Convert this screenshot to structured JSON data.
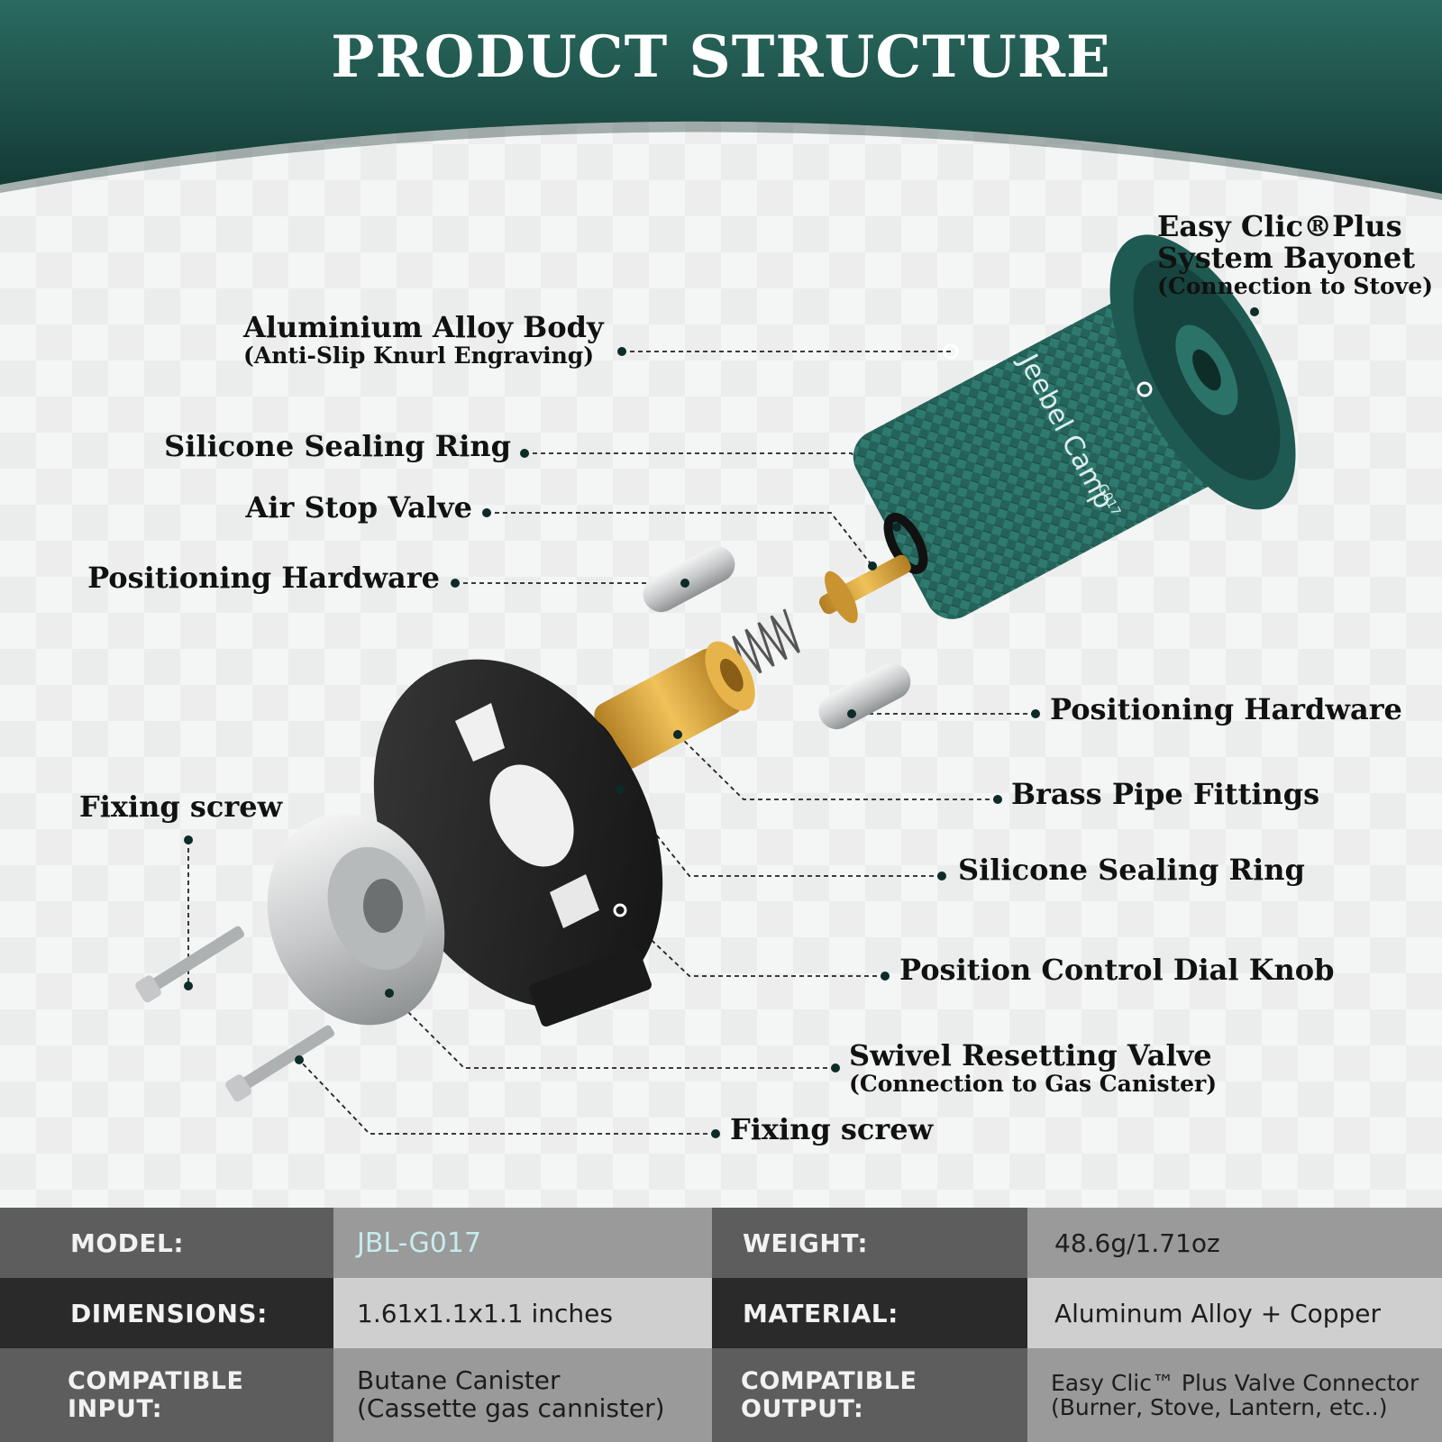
{
  "title": "PRODUCT STRUCTURE",
  "brand_on_part": {
    "name": "Jeebel Camp",
    "code": "G017"
  },
  "labels": {
    "bayonet": {
      "line1": "Easy Clic®Plus",
      "line2": "System Bayonet",
      "sub": "(Connection to Stove)"
    },
    "body": {
      "main": "Aluminium Alloy Body",
      "sub": "(Anti-Slip Knurl Engraving)"
    },
    "seal_top": "Silicone Sealing Ring",
    "air_valve": "Air Stop Valve",
    "pos_hw_left": "Positioning Hardware",
    "pos_hw_right": "Positioning Hardware",
    "brass": "Brass Pipe Fittings",
    "seal_bottom": "Silicone Sealing Ring",
    "dial": "Position Control Dial Knob",
    "swivel": {
      "main": "Swivel Resetting Valve",
      "sub": "(Connection to Gas Canister)"
    },
    "screw_left": "Fixing screw",
    "screw_bottom": "Fixing screw"
  },
  "specs": [
    {
      "label1": "MODEL:",
      "value1": "JBL-G017",
      "label2": "WEIGHT:",
      "value2": "48.6g/1.71oz"
    },
    {
      "label1": "DIMENSIONS:",
      "value1": "1.61x1.1x1.1 inches",
      "label2": "MATERIAL:",
      "value2": "Aluminum Alloy + Copper"
    },
    {
      "label1": "COMPATIBLE INPUT:",
      "value1_lines": [
        "Butane Canister",
        "(Cassette gas cannister)"
      ],
      "label2": "COMPATIBLE OUTPUT:",
      "value2_lines": [
        "Easy Clic™ Plus Valve Connector",
        "(Burner, Stove, Lantern, etc..)"
      ]
    }
  ],
  "colors": {
    "header_teal": "#1c4d45",
    "body_teal": "#235f58",
    "brass": "#d5a33c",
    "dial_black": "#1e1e1e",
    "model_value": "#c6ecee"
  }
}
